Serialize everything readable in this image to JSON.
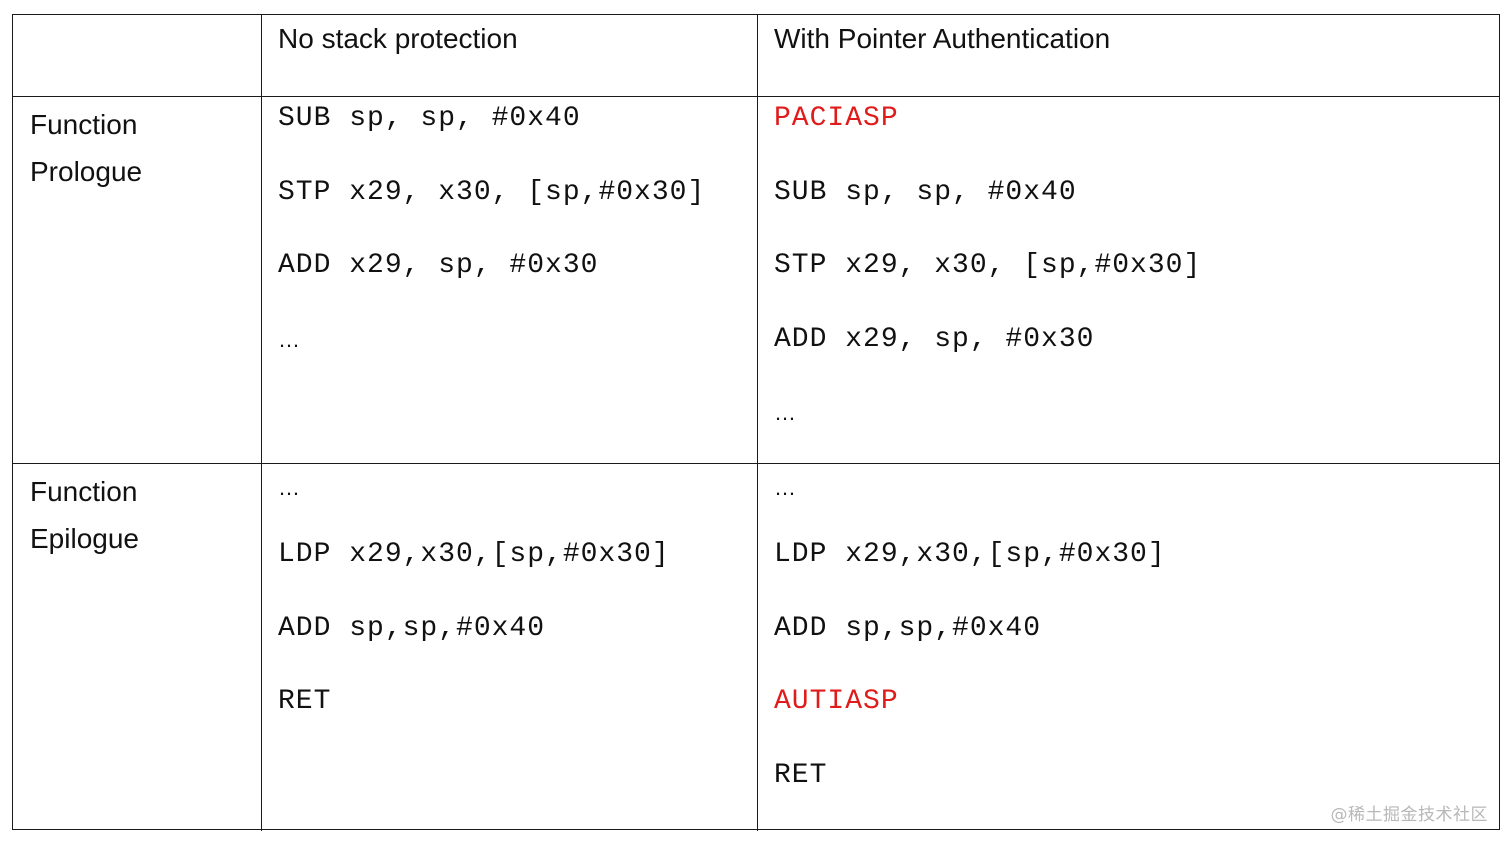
{
  "header": {
    "corner": "",
    "col_no_protection": "No stack protection",
    "col_pac": "With Pointer Authentication"
  },
  "rows": {
    "prologue": {
      "label_line1": "Function",
      "label_line2": "Prologue",
      "no_protection": [
        "SUB sp, sp, #0x40",
        "STP x29, x30, [sp,#0x30]",
        "ADD x29, sp, #0x30",
        "…"
      ],
      "pac": [
        "PACIASP",
        "SUB sp, sp, #0x40",
        "STP x29, x30, [sp,#0x30]",
        "ADD x29, sp, #0x30",
        "…"
      ]
    },
    "epilogue": {
      "label_line1": "Function",
      "label_line2": "Epilogue",
      "no_protection": [
        "…",
        "LDP x29,x30,[sp,#0x30]",
        "ADD sp,sp,#0x40",
        "RET"
      ],
      "pac": [
        "…",
        "LDP x29,x30,[sp,#0x30]",
        "ADD sp,sp,#0x40",
        "AUTIASP",
        "RET"
      ]
    }
  },
  "colors": {
    "highlight": "#e01b1b",
    "text": "#111111",
    "border": "#1a1a1a"
  },
  "watermark": "@稀土掘金技术社区"
}
